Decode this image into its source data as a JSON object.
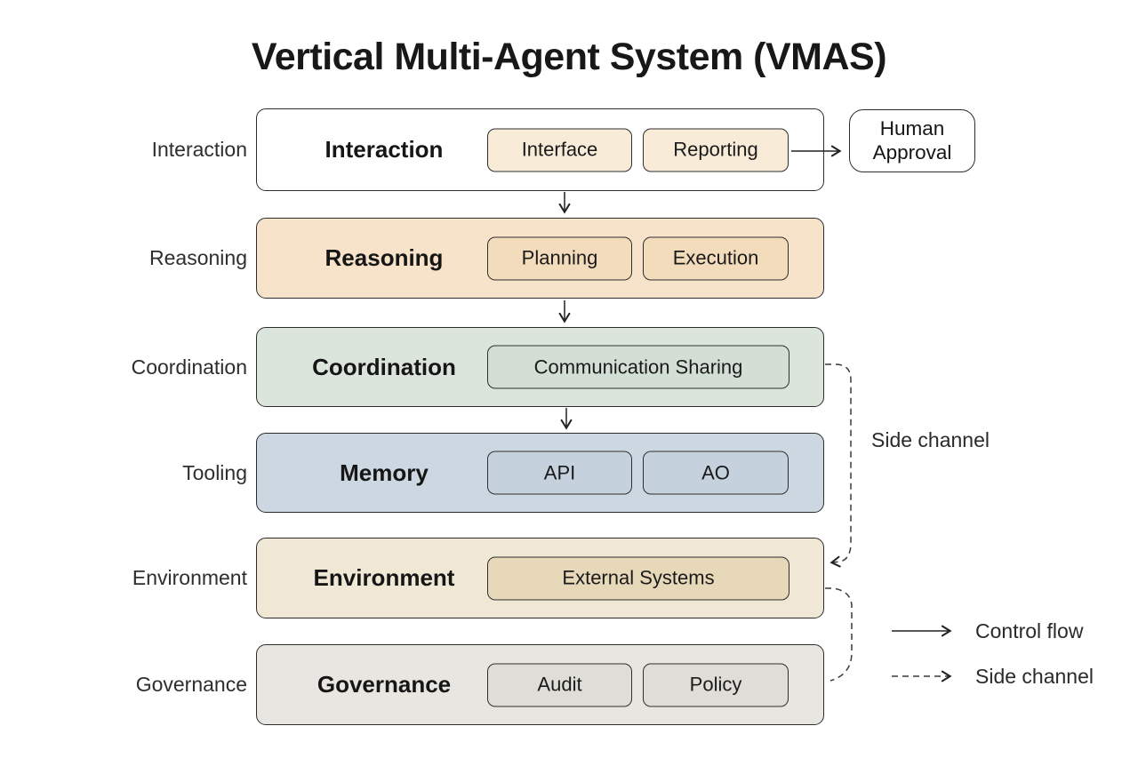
{
  "title": "Vertical Multi-Agent System (VMAS)",
  "rows": [
    {
      "side_label": "Interaction",
      "label": "Interaction",
      "bg": "#ffffff",
      "sub_bg": "#f8ecd9",
      "subs": [
        "Interface",
        "Reporting"
      ]
    },
    {
      "side_label": "Reasoning",
      "label": "Reasoning",
      "bg": "#f6e3c9",
      "sub_bg": "#f2dcbc",
      "subs": [
        "Planning",
        "Execution"
      ]
    },
    {
      "side_label": "Coordination",
      "label": "Coordination",
      "bg": "#dce5dc",
      "sub_bg": "#d3ded4",
      "subs": [
        "Communication Sharing"
      ]
    },
    {
      "side_label": "Tooling",
      "label": "Memory",
      "bg": "#ccd7e1",
      "sub_bg": "#c5d2de",
      "subs": [
        "API",
        "AO"
      ]
    },
    {
      "side_label": "Environment",
      "label": "Environment",
      "bg": "#f1e7d5",
      "sub_bg": "#e7d8ba",
      "subs": [
        "External Systems"
      ]
    },
    {
      "side_label": "Governance",
      "label": "Governance",
      "bg": "#e8e6e1",
      "sub_bg": "#dfddd7",
      "subs": [
        "Audit",
        "Policy"
      ]
    }
  ],
  "human_approval": "Human Approval",
  "side_channel_annotation": "Side channel",
  "legend": {
    "control_flow": "Control flow",
    "side_channel": "Side channel"
  },
  "colors": {
    "border": "#2c2c2c",
    "arrow": "#222222",
    "dashed_line": "#3a3a3a"
  }
}
